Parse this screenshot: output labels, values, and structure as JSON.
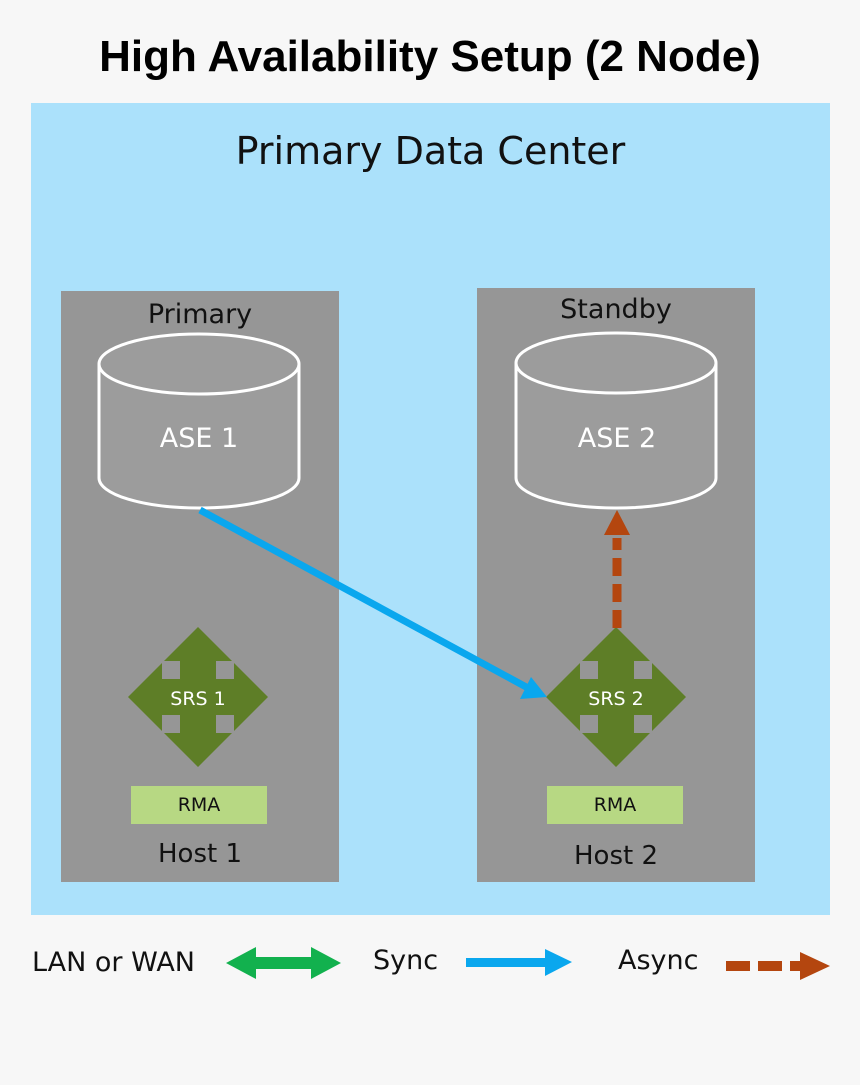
{
  "title": "High Availability Setup (2 Node)",
  "data_center": {
    "label": "Primary Data Center"
  },
  "hosts": [
    {
      "role": "Primary",
      "database": "ASE 1",
      "srs": "SRS 1",
      "rma": "RMA",
      "host": "Host 1"
    },
    {
      "role": "Standby",
      "database": "ASE 2",
      "srs": "SRS 2",
      "rma": "RMA",
      "host": "Host 2"
    }
  ],
  "legend": {
    "lan": "LAN or WAN",
    "sync": "Sync",
    "async": "Async"
  },
  "colors": {
    "background": "#f7f7f7",
    "data_center": "#abe1fb",
    "host_box": "#969696",
    "cylinder": "#9c9c9c",
    "srs": "#5e7e27",
    "rma": "#b7d883",
    "lan_arrow": "#12b14e",
    "sync_arrow": "#0aa7ee",
    "async_arrow": "#b4460f"
  }
}
